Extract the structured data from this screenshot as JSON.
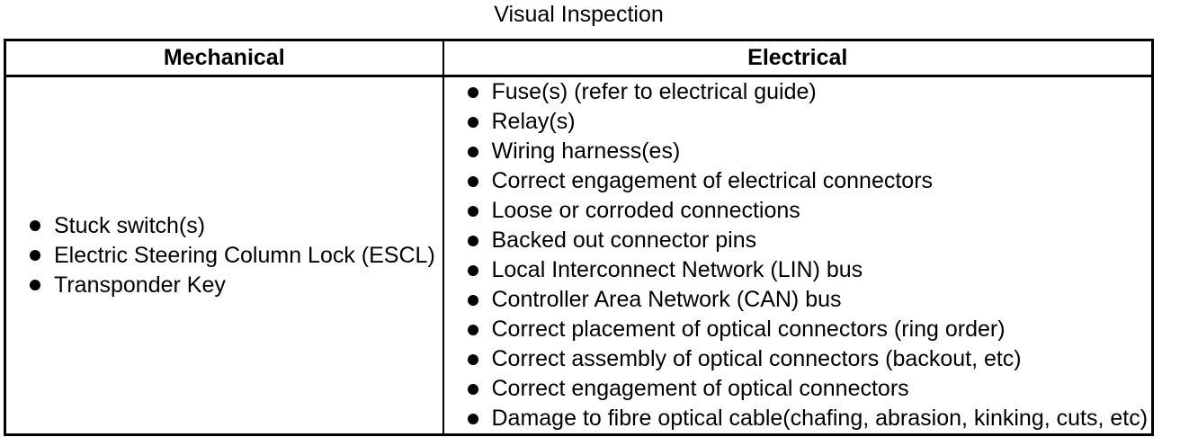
{
  "page_title": "Visual Inspection",
  "table": {
    "columns": {
      "mechanical": {
        "header": "Mechanical",
        "items": [
          "Stuck switch(s)",
          "Electric Steering Column Lock (ESCL)",
          "Transponder Key"
        ]
      },
      "electrical": {
        "header": "Electrical",
        "items": [
          "Fuse(s) (refer to electrical guide)",
          "Relay(s)",
          "Wiring harness(es)",
          "Correct engagement of electrical connectors",
          "Loose or corroded connections",
          "Backed out connector pins",
          "Local Interconnect Network (LIN) bus",
          "Controller Area Network (CAN) bus",
          "Correct placement of optical connectors (ring order)",
          "Correct assembly of optical connectors (backout, etc)",
          "Correct engagement of optical connectors",
          "Damage to fibre optical cable(chafing, abrasion, kinking, cuts, etc)"
        ]
      }
    },
    "colors": {
      "border": "#000000",
      "text": "#000000",
      "background": "#ffffff"
    }
  }
}
